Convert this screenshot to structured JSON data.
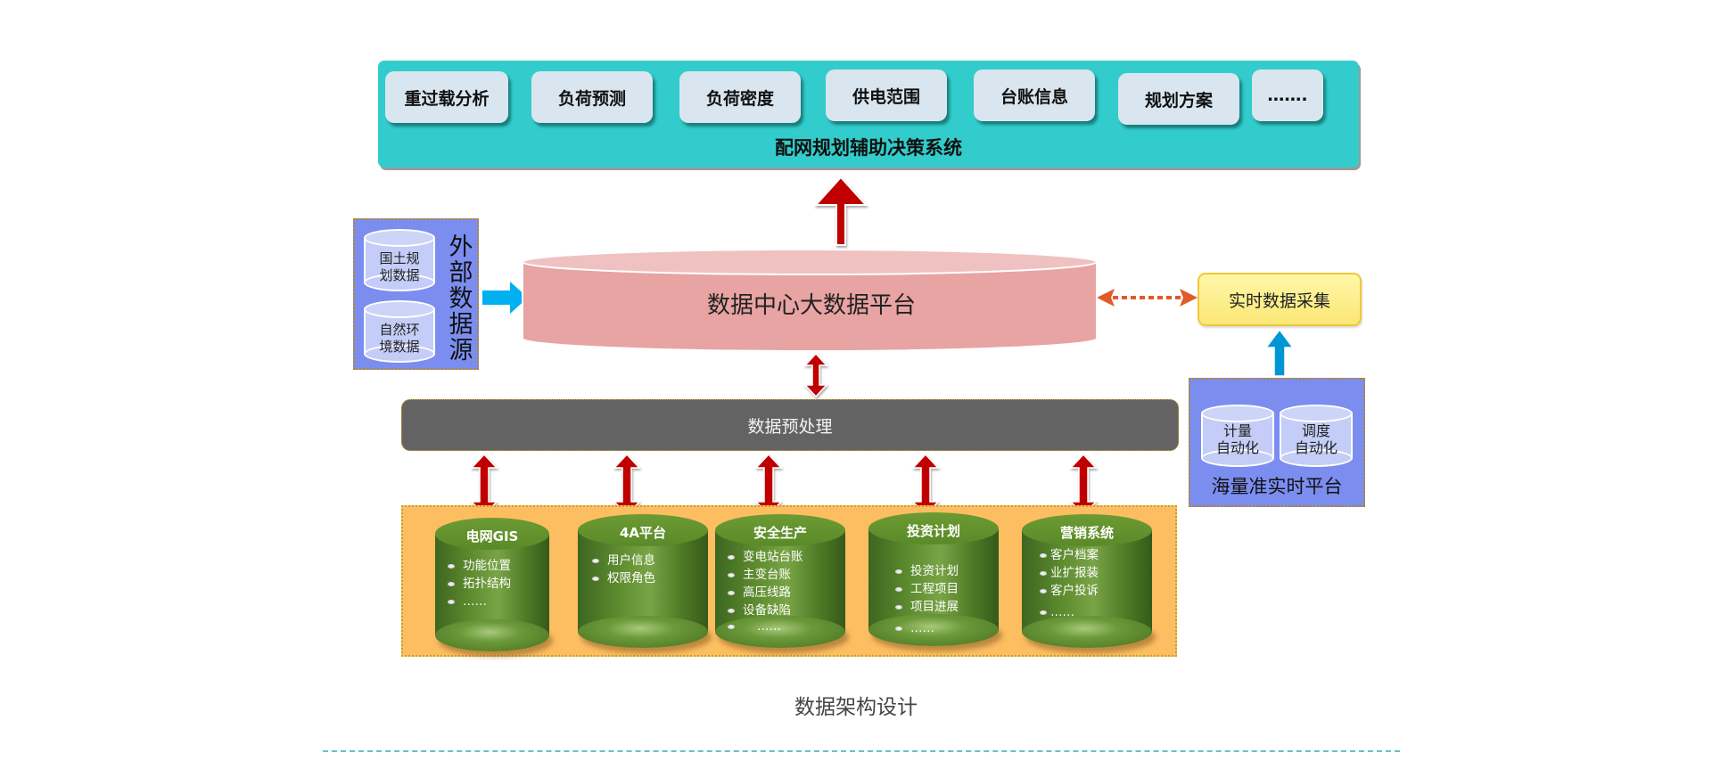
{
  "decision_system": {
    "title": "配网规划辅助决策系统",
    "functions": [
      "重过载分析",
      "负荷预测",
      "负荷密度",
      "供电范围",
      "台账信息",
      "规划方案",
      "……."
    ]
  },
  "external_sources": {
    "title": "外部数据源",
    "title_chars": [
      "外",
      "部",
      "数",
      "据",
      "源"
    ],
    "databases": [
      {
        "lines": [
          "国土规",
          "划数据"
        ]
      },
      {
        "lines": [
          "自然环",
          "境数据"
        ]
      }
    ]
  },
  "data_platform": {
    "label": "数据中心大数据平台"
  },
  "realtime_collection": {
    "label": "实时数据采集"
  },
  "mass_platform": {
    "title": "海量准实时平台",
    "databases": [
      {
        "lines": [
          "计量",
          "自动化"
        ]
      },
      {
        "lines": [
          "调度",
          "自动化"
        ]
      }
    ]
  },
  "preprocessing": {
    "label": "数据预处理"
  },
  "business_systems": [
    {
      "title": "电网GIS",
      "items": [
        "功能位置",
        "拓扑结构",
        "……"
      ]
    },
    {
      "title": "4A平台",
      "items": [
        "用户信息",
        "权限角色"
      ]
    },
    {
      "title": "安全生产",
      "items": [
        "变电站台账",
        "主变台账",
        "高压线路",
        "设备缺陷",
        "……"
      ]
    },
    {
      "title": "投资计划",
      "items": [
        "投资计划",
        "工程项目",
        "项目进展",
        "……"
      ]
    },
    {
      "title": "营销系统",
      "items": [
        "客户档案",
        "业扩报装",
        "客户投诉",
        "……"
      ]
    }
  ],
  "caption": "数据架构设计",
  "colors": {
    "decision_panel": "#33cccc",
    "function_button": "#d9e6ef",
    "external_panel": "#7b8ef0",
    "platform": "#e8a3a3",
    "realtime_box": "#fbe776",
    "preprocess_bar": "#636363",
    "business_area": "#fdbe62",
    "arrow_red": "#c00000",
    "arrow_blue": "#00b0f0",
    "arrow_orange": "#e05a2a",
    "divider": "#66c2c2"
  }
}
